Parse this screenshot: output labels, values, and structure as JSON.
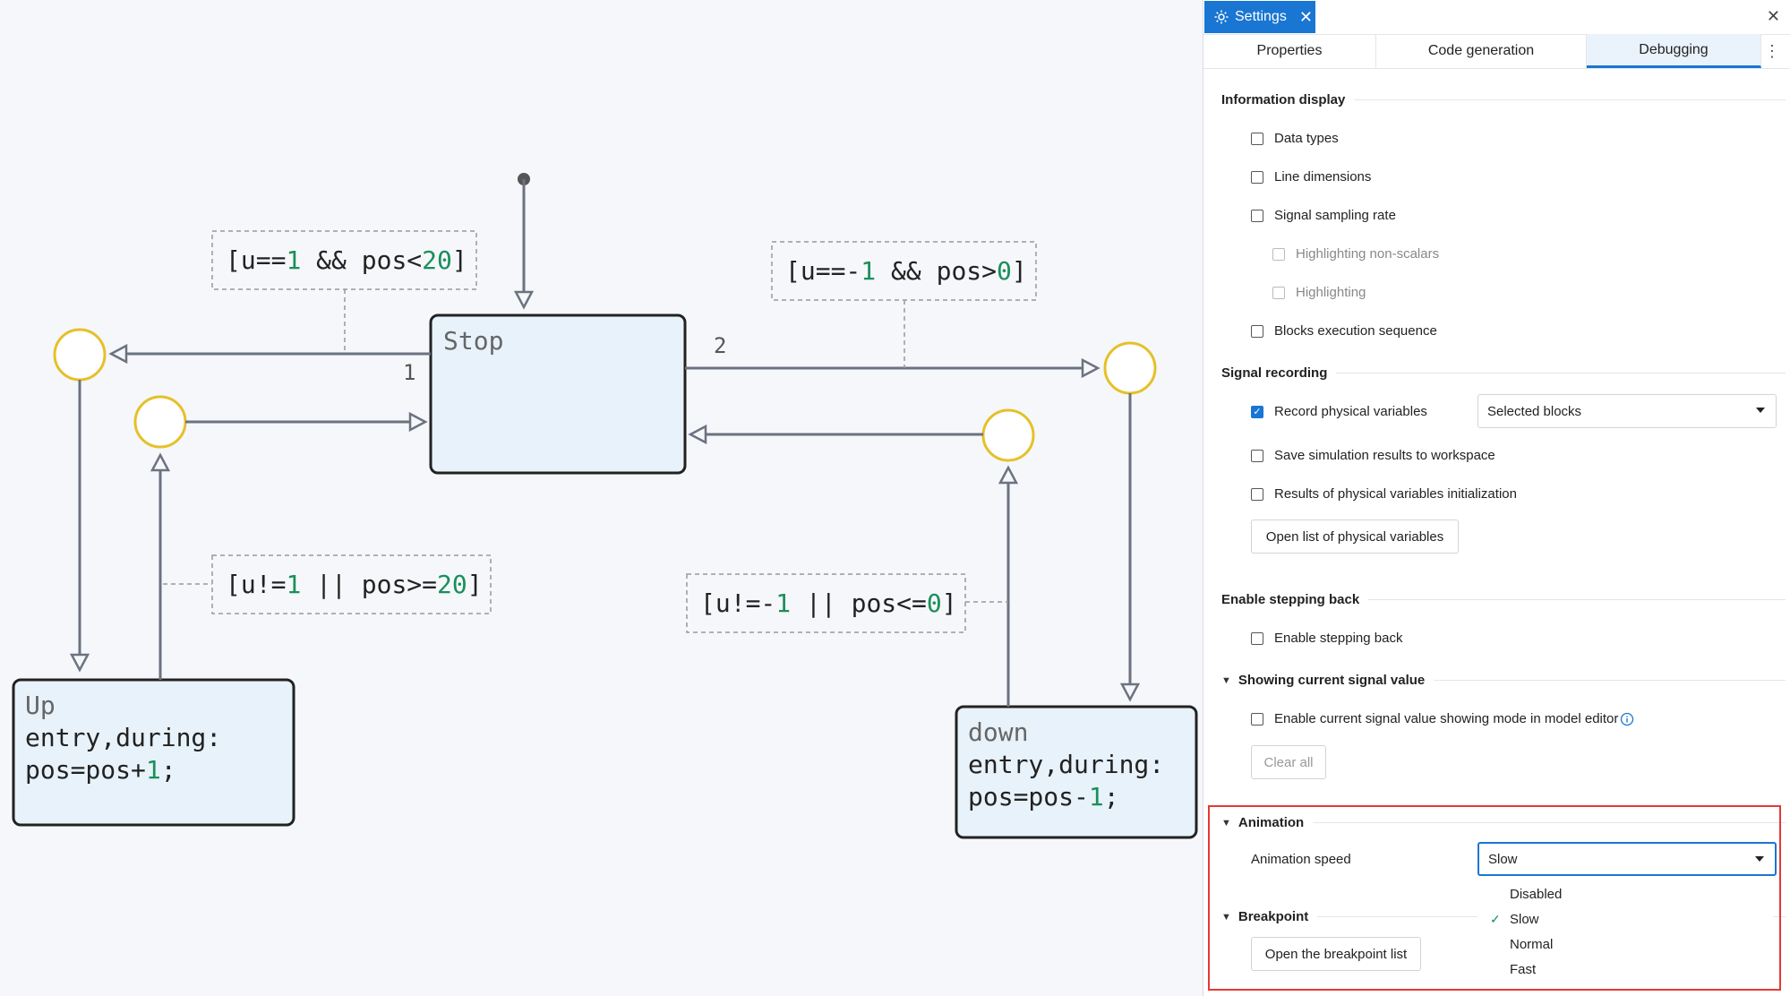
{
  "diagram": {
    "states": [
      {
        "title": "Stop",
        "lines": []
      },
      {
        "title": "Up",
        "lines": [
          "entry,during:",
          "pos=pos+1;"
        ]
      },
      {
        "title": "down",
        "lines": [
          "entry,during:",
          "pos=pos-1;"
        ]
      }
    ],
    "guards": [
      {
        "pre": "[u==",
        "n1": "1",
        "mid": " && pos<",
        "n2": "20",
        "post": "]"
      },
      {
        "pre": "[u==-",
        "n1": "1",
        "mid": " && pos>",
        "n2": "0",
        "post": "]"
      },
      {
        "pre": "[u!=",
        "n1": "1",
        "mid": " || pos>=",
        "n2": "20",
        "post": "]"
      },
      {
        "pre": "[u!=-",
        "n1": "1",
        "mid": " || pos<=",
        "n2": "0",
        "post": "]"
      }
    ],
    "priorities": [
      "1",
      "2"
    ],
    "colors": {
      "state_fill": "#e8f2fb",
      "junction": "#e6c02a",
      "arrow": "#6b7280",
      "number": "#1a8f5a"
    }
  },
  "panel": {
    "title": "Settings",
    "tabs": [
      "Properties",
      "Code generation",
      "Debugging"
    ],
    "active_tab": "Debugging",
    "info_display": {
      "heading": "Information display",
      "items": [
        {
          "label": "Data types",
          "checked": false,
          "disabled": false
        },
        {
          "label": "Line dimensions",
          "checked": false,
          "disabled": false
        },
        {
          "label": "Signal sampling rate",
          "checked": false,
          "disabled": false
        },
        {
          "label": "Highlighting non-scalars",
          "checked": false,
          "disabled": true
        },
        {
          "label": "Highlighting",
          "checked": false,
          "disabled": true
        },
        {
          "label": "Blocks execution sequence",
          "checked": false,
          "disabled": false
        }
      ]
    },
    "signal_recording": {
      "heading": "Signal recording",
      "record_label": "Record physical variables",
      "record_select": "Selected blocks",
      "save_label": "Save simulation results to workspace",
      "init_label": "Results of physical variables initialization",
      "open_list_button": "Open list of physical variables"
    },
    "stepping": {
      "heading": "Enable stepping back",
      "label": "Enable stepping back"
    },
    "signal_value": {
      "heading": "Showing current signal value",
      "label": "Enable current signal value showing mode in model editor",
      "clear_button": "Clear all"
    },
    "animation": {
      "heading": "Animation",
      "speed_label": "Animation speed",
      "speed_value": "Slow",
      "options": [
        "Disabled",
        "Slow",
        "Normal",
        "Fast"
      ],
      "selected_index": 1
    },
    "breakpoint": {
      "heading": "Breakpoint",
      "button": "Open the breakpoint list"
    },
    "accent_color": "#1976d2",
    "highlight_color": "#e53935"
  }
}
